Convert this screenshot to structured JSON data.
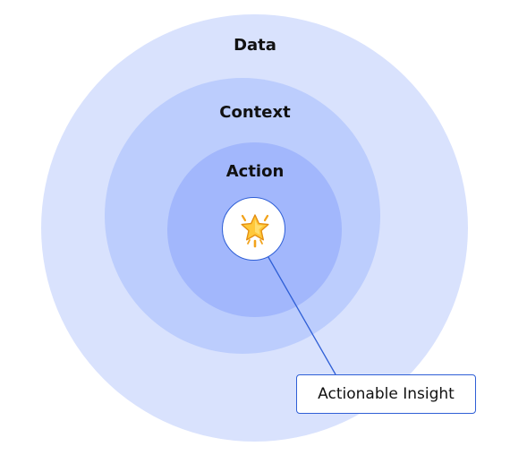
{
  "rings": {
    "outer": {
      "label": "Data",
      "color": "#d9e2fd"
    },
    "middle": {
      "label": "Context",
      "color": "#bccdfd"
    },
    "inner": {
      "label": "Action",
      "color": "#a2b7fc"
    }
  },
  "center": {
    "icon": "glowing-star-icon",
    "border_color": "#2f5fd6"
  },
  "callout": {
    "label": "Actionable Insight",
    "line_color": "#2f5fd6"
  }
}
